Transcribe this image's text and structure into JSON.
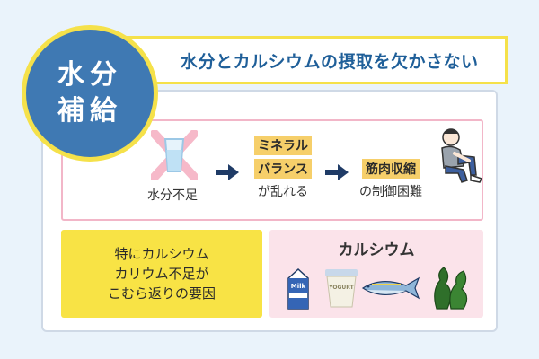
{
  "badge": {
    "line1": "水分",
    "line2": "補給"
  },
  "title": "水分とカルシウムの摂取を欠かさない",
  "flow": {
    "step1": {
      "label": "水分不足"
    },
    "step2": {
      "highlight1": "ミネラル",
      "highlight2": "バランス",
      "label": "が乱れる"
    },
    "step3": {
      "highlight": "筋肉収縮",
      "label": "の制御困難"
    }
  },
  "cause": {
    "line1": "特にカルシウム",
    "line2": "カリウム不足が",
    "line3": "こむら返りの要因"
  },
  "calcium": {
    "title": "カルシウム",
    "milk_label": "Milk",
    "yogurt_label": "YOGURT"
  },
  "colors": {
    "accent_blue": "#3f79b3",
    "accent_yellow": "#f5e14a",
    "highlight_orange": "#f6cf6a",
    "pink_border": "#f2b6c8",
    "pink_fill": "#fbe3ea",
    "cause_yellow": "#f8e345",
    "background": "#eaf3fb"
  },
  "icons": [
    "crossed-water-glass-icon",
    "right-arrow-icon",
    "cramping-person-icon",
    "milk-carton-icon",
    "yogurt-cup-icon",
    "fish-icon",
    "seaweed-icon"
  ]
}
